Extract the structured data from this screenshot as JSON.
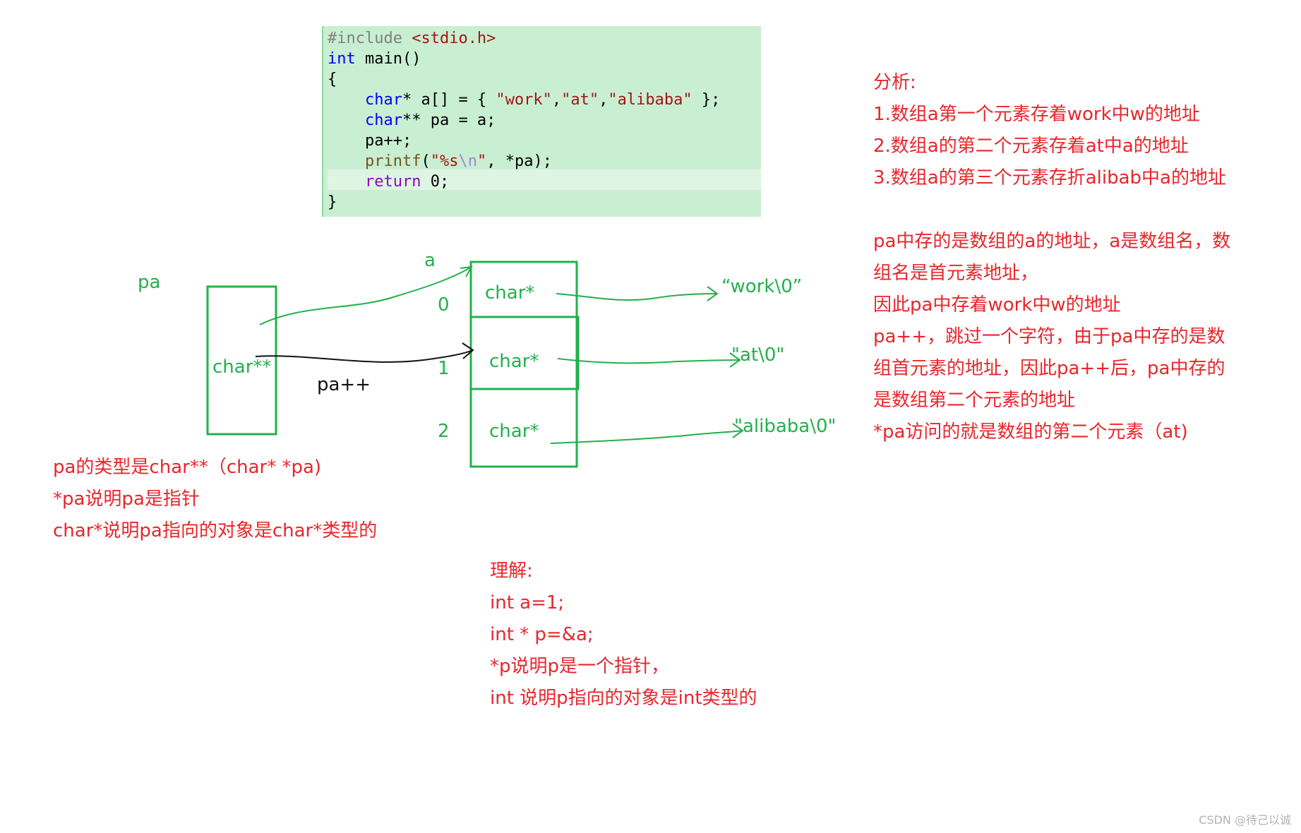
{
  "code": {
    "include_directive": "#include",
    "include_header": "<stdio.h>",
    "line2_type": "int",
    "line2_rest": " main()",
    "open_brace": "{",
    "line4_type": "char",
    "line4_mid": "* a[] = { ",
    "line4_s1": "\"work\"",
    "line4_c1": ",",
    "line4_s2": "\"at\"",
    "line4_c2": ",",
    "line4_s3": "\"alibaba\"",
    "line4_end": " };",
    "line5_type": "char",
    "line5_rest": "** pa = a;",
    "line6": "pa++;",
    "line7_fn": "printf",
    "line7_p1": "(",
    "line7_s1": "\"%s",
    "line7_esc": "\\n",
    "line7_s2": "\"",
    "line7_rest": ", *pa);",
    "line8_kw": "return",
    "line8_rest": " 0;",
    "close_brace": "}"
  },
  "diagram": {
    "pa_label": "pa",
    "pa_box_label": "char**",
    "pa_increment_label": "pa++",
    "array_label": "a",
    "index_0": "0",
    "index_1": "1",
    "index_2": "2",
    "cell_0": "char*",
    "cell_1": "char*",
    "cell_2": "char*",
    "target_0": "“work\\0”",
    "target_1": "\"at\\0\"",
    "target_2": "\"alibaba\\0\"",
    "colors": {
      "green": "#22b14c",
      "red": "#e8262b",
      "black": "#111111"
    }
  },
  "left_notes": [
    "pa的类型是char**（char* *pa)",
    "*pa说明pa是指针",
    "char*说明pa指向的对象是char*类型的"
  ],
  "analysis": {
    "title": "分析:",
    "lines": [
      "1.数组a第一个元素存着work中w的地址",
      "2.数组a的第二个元素存着at中a的地址",
      "3.数组a的第三个元素存折alibab中a的地址"
    ],
    "paragraph": [
      "pa中存的是数组的a的地址，a是数组名，数",
      "组名是首元素地址，",
      "因此pa中存着work中w的地址",
      "pa++，跳过一个字符，由于pa中存的是数",
      "组首元素的地址，因此pa++后，pa中存的",
      "是数组第二个元素的地址",
      "*pa访问的就是数组的第二个元素（at)"
    ]
  },
  "understanding": {
    "title": "理解:",
    "lines": [
      "int a=1;",
      "int * p=&a;",
      "*p说明p是一个指针，",
      "int 说明p指向的对象是int类型的"
    ]
  },
  "watermark": "CSDN @待己以诚"
}
